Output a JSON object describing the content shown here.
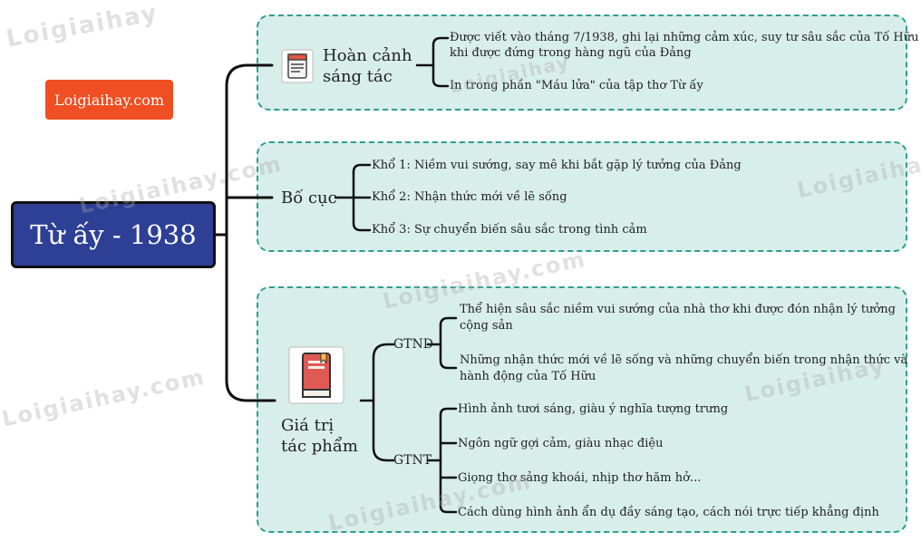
{
  "root": {
    "title": "Từ ấy - 1938"
  },
  "brand": {
    "label": "Loigiaihay.com"
  },
  "watermark": "Loigiaihay.com",
  "watermark_short": "Loigiaihay",
  "branches": {
    "hoan_canh": {
      "title_line1": "Hoàn cảnh",
      "title_line2": "sáng tác",
      "icon": "document-icon",
      "items": [
        "Được viết vào tháng 7/1938, ghi lại những cảm xúc, suy tư sâu sắc của Tố Hữu",
        "khi được đứng trong hàng ngũ của Đảng",
        "In trong phần \"Máu lửa\" của tập thơ Từ ấy"
      ]
    },
    "bo_cuc": {
      "title": "Bố cục",
      "items": [
        "Khổ 1: Niềm vui sướng, say mê khi bắt gặp lý tưởng của Đảng",
        "Khổ 2: Nhận thức mới về lẽ sống",
        "Khổ 3: Sự chuyển biến sâu sắc trong tình cảm"
      ]
    },
    "gia_tri": {
      "title_line1": "Giá trị",
      "title_line2": "tác phẩm",
      "icon": "book-icon",
      "gtnd": {
        "label": "GTND",
        "items": [
          "Thể hiện sâu sắc niềm vui sướng của nhà thơ khi được đón nhận lý tưởng",
          "cộng sản",
          "Những nhận thức mới về lẽ sống và  những chuyển biến trong nhận thức và",
          "hành động của Tố Hữu"
        ]
      },
      "gtnt": {
        "label": "GTNT",
        "items": [
          "Hình ảnh tươi sáng, giàu ý nghĩa tượng trưng",
          "Ngôn ngữ gợi cảm, giàu nhạc điệu",
          "Giọng thơ sảng khoái, nhịp thơ hăm hở...",
          "Cách dùng hình ảnh ẩn dụ đầy sáng tạo, cách nói trực tiếp khẳng định"
        ]
      }
    }
  },
  "colors": {
    "panel": "#d8eeea",
    "panel_border": "#2f9e8f",
    "root_bg": "#2e3f96",
    "brand_bg": "#f04e23",
    "line": "#111111"
  }
}
